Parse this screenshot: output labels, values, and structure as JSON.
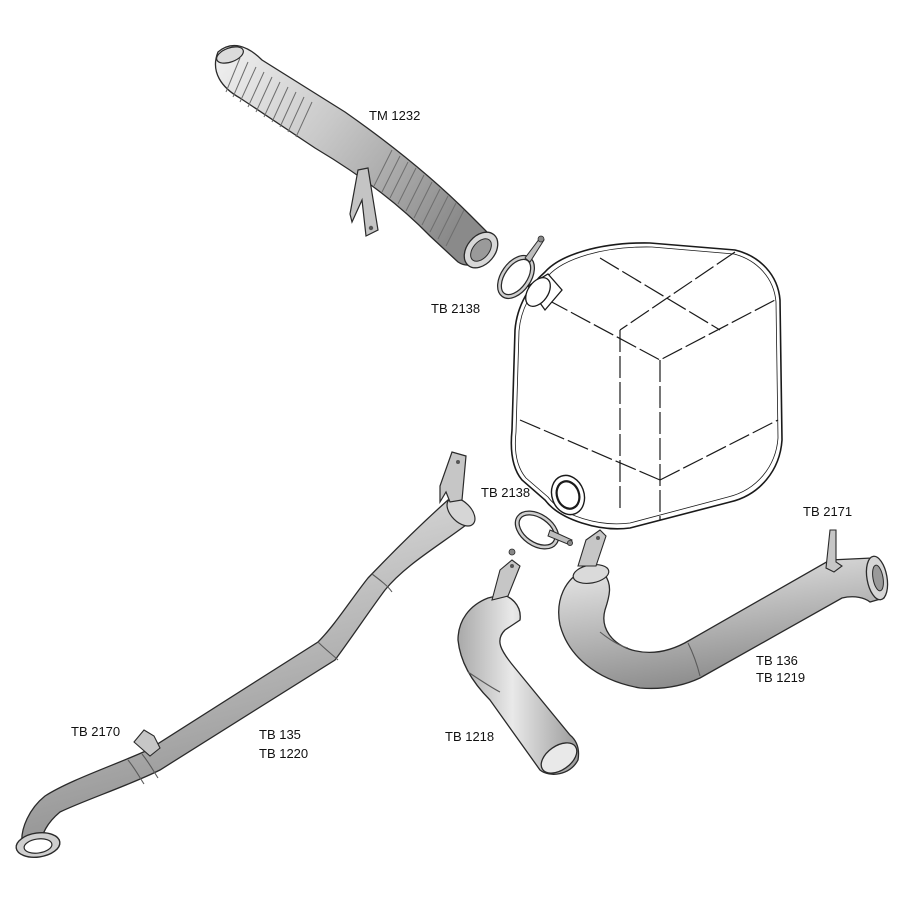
{
  "labels": {
    "flex_pipe": "TM 1232",
    "clamp_upper": "TB 2138",
    "clamp_lower": "TB 2138",
    "rear_pipe_line1": "TB 136",
    "rear_pipe_line2": "TB 1219",
    "rear_bracket": "TB 2171",
    "front_pipe_line1": "TB 135",
    "front_pipe_line2": "TB 1220",
    "front_bracket": "TB 2170",
    "elbow_pipe": "TB 1218"
  },
  "colors": {
    "metal_light": "#e6e6e6",
    "metal_mid": "#b9b9b9",
    "metal_dark": "#7a7a7a",
    "outline": "#2a2a2a"
  }
}
